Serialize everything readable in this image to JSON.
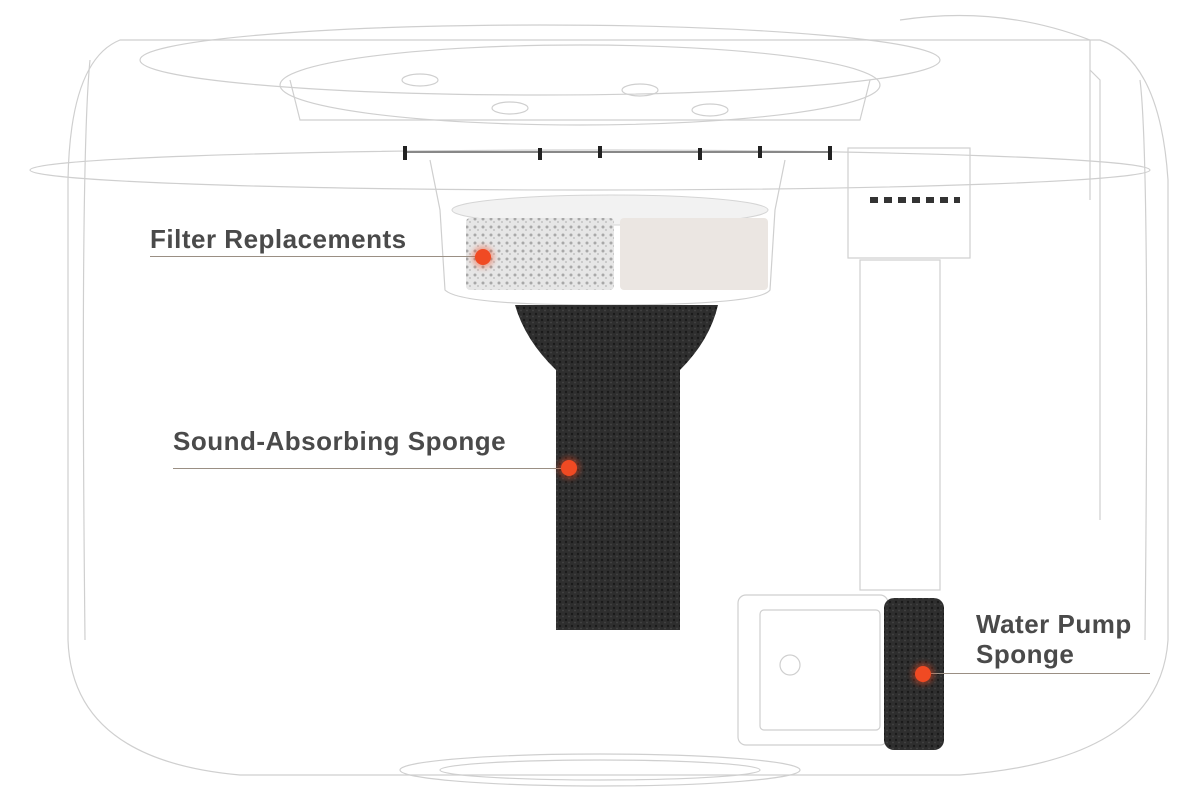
{
  "diagram": {
    "callouts": [
      {
        "label": "Filter Replacements"
      },
      {
        "label": "Sound-Absorbing Sponge"
      },
      {
        "label_line1": "Water Pump",
        "label_line2": "Sponge"
      }
    ],
    "colors": {
      "dot": "#f04a23",
      "text": "#4a4a4a",
      "outline": "#c9c9c9",
      "sponge": "#2b2b2b"
    }
  }
}
